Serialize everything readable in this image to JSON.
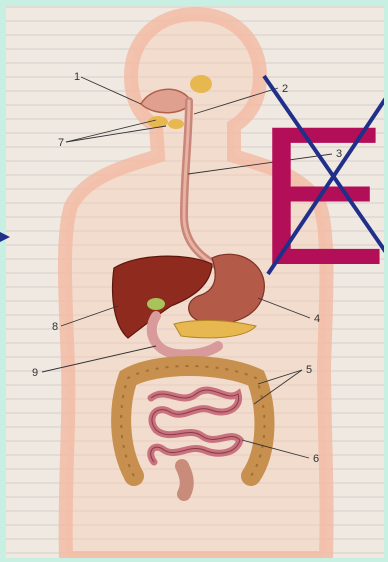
{
  "labels": [
    "1",
    "2",
    "3",
    "4",
    "5",
    "6",
    "7",
    "8",
    "9"
  ],
  "overlay": {
    "letter": "Е",
    "letter_color": "#b30f58",
    "cross_color": "#1f2f8a"
  },
  "colors": {
    "background": "#c8f0e2",
    "page": "#efe9e2",
    "body_outline": "#f2b9a3",
    "liver": "#8e2a1e",
    "stomach": "#b45a48",
    "pancreas": "#e7b84f",
    "large_intestine": "#c7904f",
    "small_intestine": "#c9727f"
  }
}
